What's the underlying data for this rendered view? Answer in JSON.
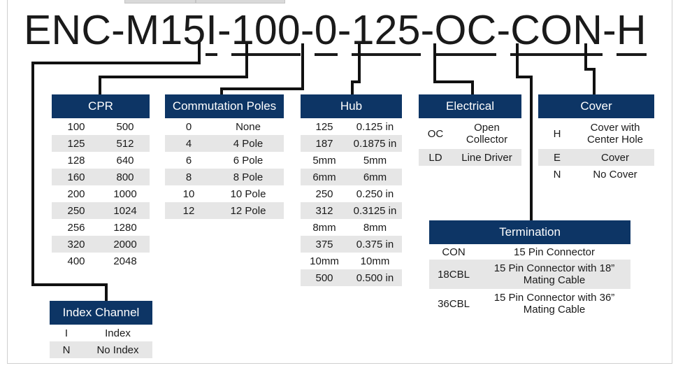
{
  "part_number": {
    "segments": [
      {
        "text": "ENC-M15",
        "u": false
      },
      {
        "text": "I",
        "u": true
      },
      {
        "text": "-",
        "u": false
      },
      {
        "text": "100",
        "u": true
      },
      {
        "text": "-",
        "u": false
      },
      {
        "text": "0",
        "u": true
      },
      {
        "text": "-",
        "u": false
      },
      {
        "text": "125",
        "u": true
      },
      {
        "text": "-",
        "u": false
      },
      {
        "text": "OC",
        "u": true
      },
      {
        "text": "-",
        "u": false
      },
      {
        "text": "CON",
        "u": true
      },
      {
        "text": "-",
        "u": false
      },
      {
        "text": "H",
        "u": true
      }
    ]
  },
  "tables": {
    "cpr": {
      "title": "CPR",
      "rows": [
        [
          "100",
          "500"
        ],
        [
          "125",
          "512"
        ],
        [
          "128",
          "640"
        ],
        [
          "160",
          "800"
        ],
        [
          "200",
          "1000"
        ],
        [
          "250",
          "1024"
        ],
        [
          "256",
          "1280"
        ],
        [
          "320",
          "2000"
        ],
        [
          "400",
          "2048"
        ]
      ]
    },
    "poles": {
      "title": "Commutation Poles",
      "rows": [
        [
          "0",
          "None"
        ],
        [
          "4",
          "4 Pole"
        ],
        [
          "6",
          "6 Pole"
        ],
        [
          "8",
          "8 Pole"
        ],
        [
          "10",
          "10 Pole"
        ],
        [
          "12",
          "12 Pole"
        ]
      ]
    },
    "hub": {
      "title": "Hub",
      "rows": [
        [
          "125",
          "0.125 in"
        ],
        [
          "187",
          "0.1875 in"
        ],
        [
          "5mm",
          "5mm"
        ],
        [
          "6mm",
          "6mm"
        ],
        [
          "250",
          "0.250 in"
        ],
        [
          "312",
          "0.3125 in"
        ],
        [
          "8mm",
          "8mm"
        ],
        [
          "375",
          "0.375 in"
        ],
        [
          "10mm",
          "10mm"
        ],
        [
          "500",
          "0.500 in"
        ]
      ]
    },
    "electrical": {
      "title": "Electrical",
      "rows": [
        [
          "OC",
          "Open Collector"
        ],
        [
          "LD",
          "Line Driver"
        ]
      ]
    },
    "cover": {
      "title": "Cover",
      "rows": [
        [
          "H",
          "Cover with Center Hole"
        ],
        [
          "E",
          "Cover"
        ],
        [
          "N",
          "No Cover"
        ]
      ]
    },
    "termination": {
      "title": "Termination",
      "rows": [
        [
          "CON",
          "15 Pin Connector"
        ],
        [
          "18CBL",
          "15 Pin Connector with 18” Mating Cable"
        ],
        [
          "36CBL",
          "15 Pin Connector with 36” Mating Cable"
        ]
      ]
    },
    "index": {
      "title": "Index Channel",
      "rows": [
        [
          "I",
          "Index"
        ],
        [
          "N",
          "No Index"
        ]
      ]
    }
  }
}
